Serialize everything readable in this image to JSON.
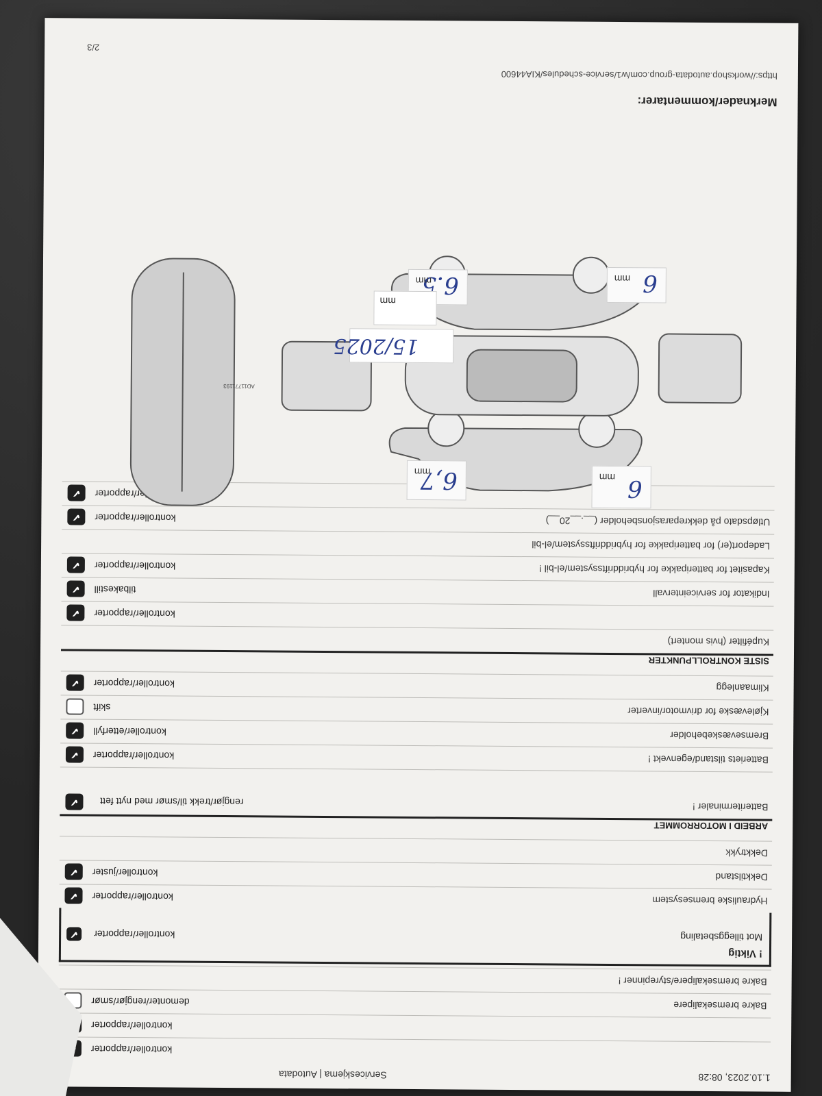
{
  "header": {
    "datetime": "1.10.2023, 08:28",
    "doc_title": "Serviceskjema | Autodata"
  },
  "rows": [
    {
      "label": "",
      "action": "kontroller/rapporter",
      "checked": true
    },
    {
      "label": "",
      "action": "kontroller/rapporter",
      "checked": true
    },
    {
      "label": "Bakre bremsekalipere",
      "action": "demonter/rengjør/smør",
      "checked": false
    },
    {
      "label": "Bakre bremsekalipere/styrepinner !",
      "action": "",
      "checked": null
    }
  ],
  "important": {
    "title": "! Viktig",
    "text": "Mot tilleggsbetaling",
    "action": "kontroller/rapporter"
  },
  "rows2": [
    {
      "label": "Hydrauliske bremsesystem",
      "action": "kontroller/rapporter",
      "checked": true
    },
    {
      "label": "Dekktilstand",
      "action": "kontroller/juster",
      "checked": true
    },
    {
      "label": "Dekktrykk",
      "action": "",
      "checked": null
    }
  ],
  "section_engine": "ARBEID I MOTORROMMET",
  "engine_rows": [
    {
      "label": "Batteriterminaler !",
      "action": "rengjør/trekk til/smør med nytt fett",
      "checked": true
    },
    {
      "label": "Batteriets tilstand/egenvekt !",
      "action": "kontroller/rapporter",
      "checked": true
    },
    {
      "label": "Bremsevæskebeholder",
      "action": "kontroller/etterfyll",
      "checked": true
    },
    {
      "label": "Kjølevæske for drivmotor/inverter",
      "action": "skift",
      "checked": false
    },
    {
      "label": "Klimaanlegg",
      "action": "kontroller/rapporter",
      "checked": true
    }
  ],
  "section_final": "SISTE KONTROLLPUNKTER",
  "final_rows": [
    {
      "label": "Kupéfilter (hvis montert)",
      "action": "",
      "checked": null
    },
    {
      "label": "",
      "action": "kontroller/rapporter",
      "checked": true
    },
    {
      "label": "Indikator for serviceintervall",
      "action": "tilbakestill",
      "checked": true
    },
    {
      "label": "Kapasitet for batteripakke for hybriddriftssystem/el-bil !",
      "action": "kontroller/rapporter",
      "checked": true
    },
    {
      "label": "Ladeport(er) for batteripakke for hybriddriftssystem/el-bil",
      "action": "",
      "checked": null
    },
    {
      "label": "Utløpsdato på dekkreparasjonsbeholder (__.__20__)",
      "action": "kontroller/rapporter",
      "checked": true
    },
    {
      "label": "",
      "action": "kontroller/rapporter",
      "checked": true
    }
  ],
  "tyres": {
    "front_left": "6",
    "front_right": "6,7",
    "rear_left": "6",
    "rear_right": "6.5",
    "unit": "mm"
  },
  "next_date": "15/2025",
  "diagram_id": "AD11771193",
  "remarks_label": "Merknader/kommentarer:",
  "url": "https://workshop.autodata-group.com/w1/service-schedules/KIA44600",
  "page": "2/3"
}
